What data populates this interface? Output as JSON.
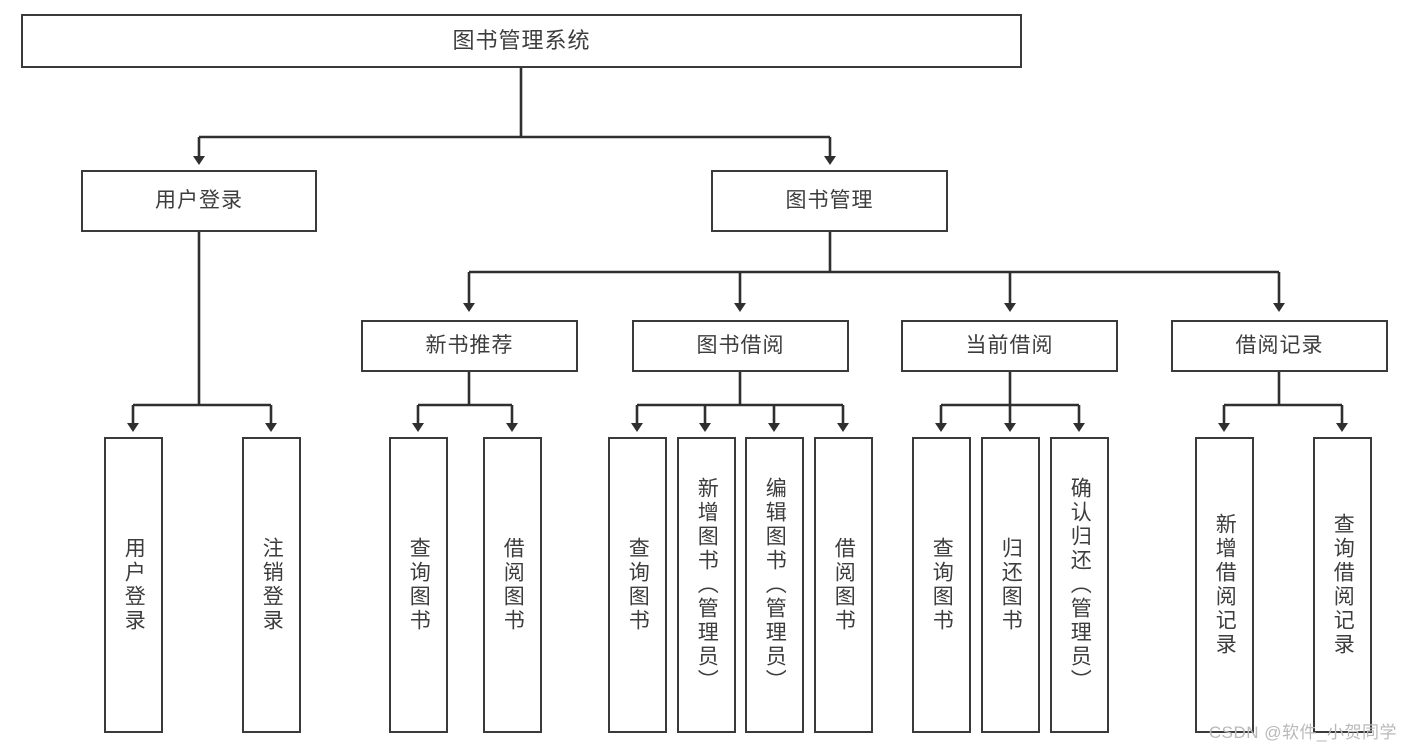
{
  "diagram": {
    "title": "图书管理系统",
    "type": "tree",
    "watermark": "CSDN @软件_小贺同学",
    "colors": {
      "box_border": "#3a3a3a",
      "box_fill": "#ffffff",
      "line": "#2f2f2f",
      "text": "#3d3d3d",
      "watermark": "#b9b9b9",
      "background": "#ffffff"
    }
  },
  "nodes": {
    "root": {
      "label": "图书管理系统"
    },
    "level1": [
      {
        "label": "用户登录"
      },
      {
        "label": "图书管理"
      }
    ],
    "level2": [
      {
        "label": "新书推荐"
      },
      {
        "label": "图书借阅"
      },
      {
        "label": "当前借阅"
      },
      {
        "label": "借阅记录"
      }
    ],
    "level3": [
      {
        "label": "用户登录",
        "parent": "用户登录"
      },
      {
        "label": "注销登录",
        "parent": "用户登录"
      },
      {
        "label": "查询图书",
        "parent": "新书推荐"
      },
      {
        "label": "借阅图书",
        "parent": "新书推荐"
      },
      {
        "label": "查询图书",
        "parent": "图书借阅"
      },
      {
        "label": "新增图书（管理员）",
        "parent": "图书借阅"
      },
      {
        "label": "编辑图书（管理员）",
        "parent": "图书借阅"
      },
      {
        "label": "借阅图书",
        "parent": "图书借阅"
      },
      {
        "label": "查询图书",
        "parent": "当前借阅"
      },
      {
        "label": "归还图书",
        "parent": "当前借阅"
      },
      {
        "label": "确认归还（管理员）",
        "parent": "当前借阅"
      },
      {
        "label": "新增借阅记录",
        "parent": "借阅记录"
      },
      {
        "label": "查询借阅记录",
        "parent": "借阅记录"
      }
    ]
  }
}
